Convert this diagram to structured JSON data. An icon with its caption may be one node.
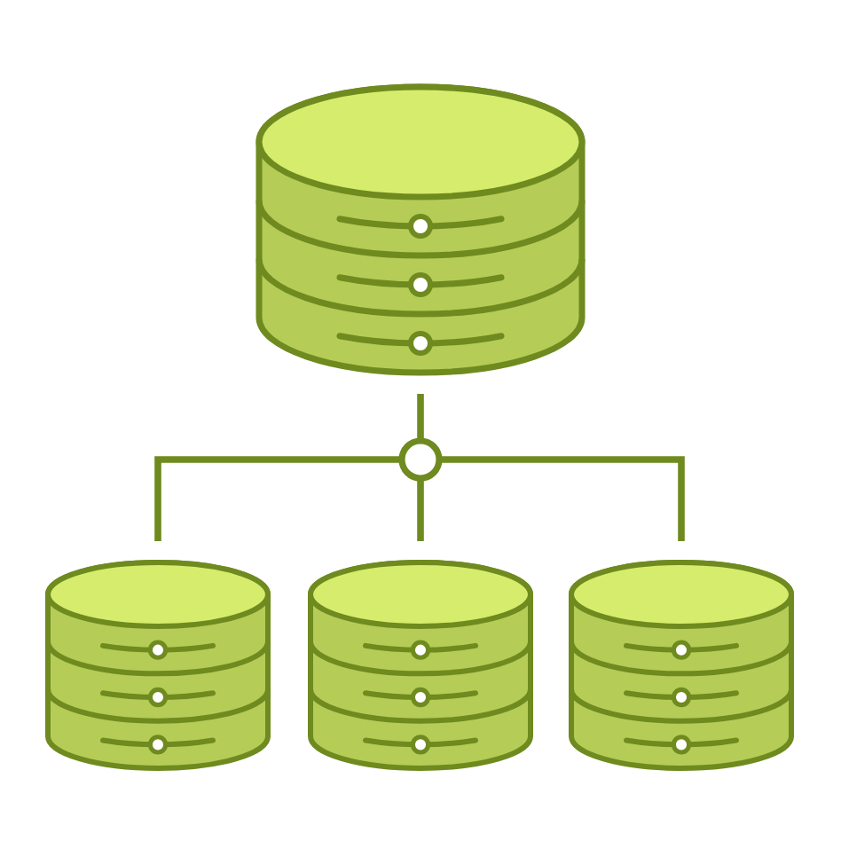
{
  "diagram": {
    "nodes": [
      {
        "text": [],
        "shape": "cylinder"
      },
      {
        "text": [],
        "shape": "circle"
      },
      {
        "text": [],
        "shape": "cylinder"
      },
      {
        "text": [],
        "shape": "cylinder"
      },
      {
        "text": [],
        "shape": "cylinder"
      }
    ],
    "edges": [
      {
        "from": 0,
        "to": 1,
        "arrow": "none"
      },
      {
        "from": 1,
        "to": 2,
        "arrow": "none"
      },
      {
        "from": 1,
        "to": 3,
        "arrow": "none"
      },
      {
        "from": 1,
        "to": 4,
        "arrow": "none"
      }
    ]
  }
}
